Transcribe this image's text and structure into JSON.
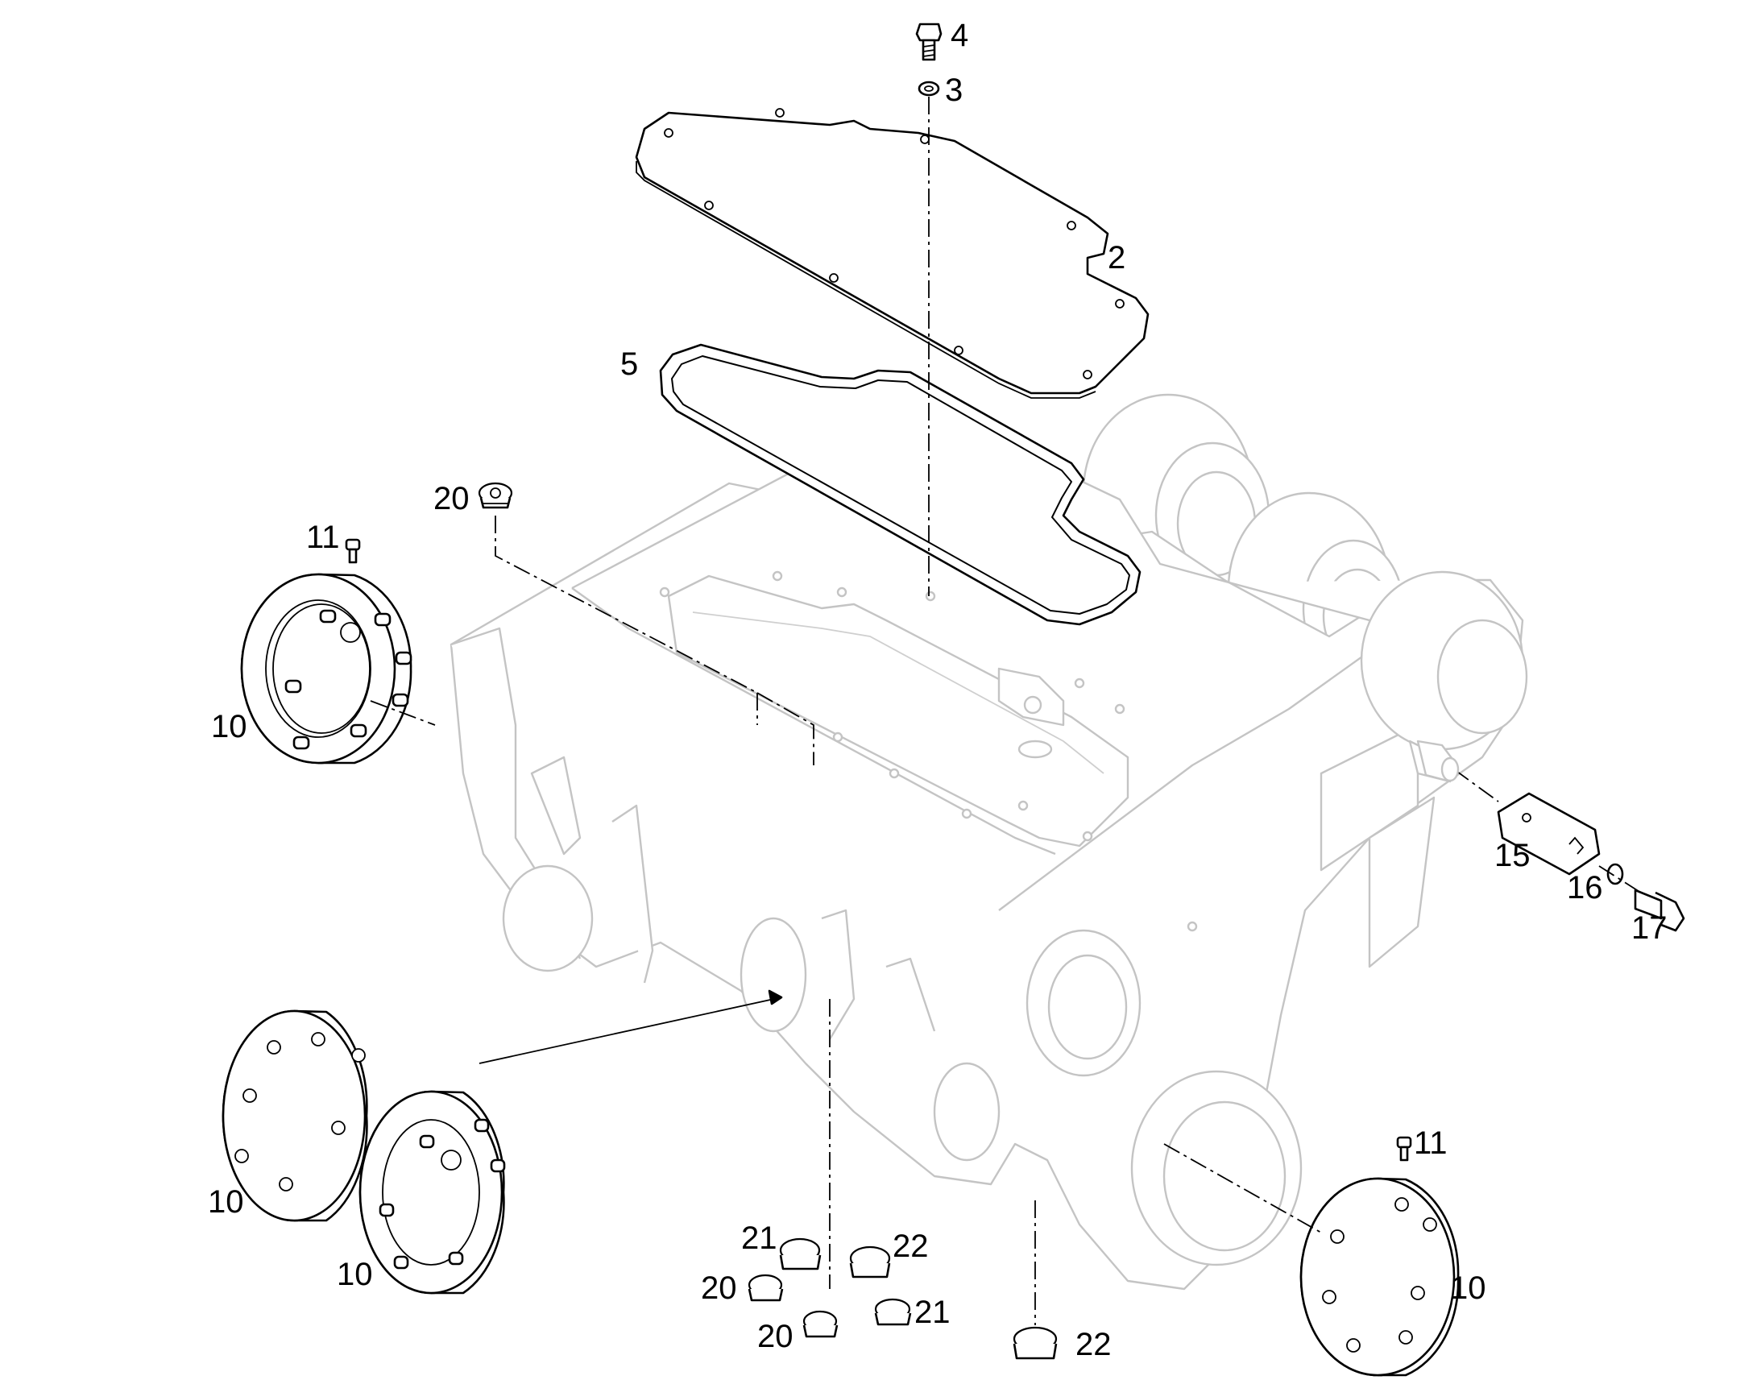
{
  "callouts": [
    {
      "id": "c4",
      "label": "4"
    },
    {
      "id": "c3",
      "label": "3"
    },
    {
      "id": "c2",
      "label": "2"
    },
    {
      "id": "c5",
      "label": "5"
    },
    {
      "id": "c20a",
      "label": "20"
    },
    {
      "id": "c11a",
      "label": "11"
    },
    {
      "id": "c10a",
      "label": "10"
    },
    {
      "id": "c15",
      "label": "15"
    },
    {
      "id": "c16",
      "label": "16"
    },
    {
      "id": "c17",
      "label": "17"
    },
    {
      "id": "c10b",
      "label": "10"
    },
    {
      "id": "c10c",
      "label": "10"
    },
    {
      "id": "c21a",
      "label": "21"
    },
    {
      "id": "c22a",
      "label": "22"
    },
    {
      "id": "c20b",
      "label": "20"
    },
    {
      "id": "c21b",
      "label": "21"
    },
    {
      "id": "c20c",
      "label": "20"
    },
    {
      "id": "c22b",
      "label": "22"
    },
    {
      "id": "c11b",
      "label": "11"
    },
    {
      "id": "c10d",
      "label": "10"
    }
  ]
}
